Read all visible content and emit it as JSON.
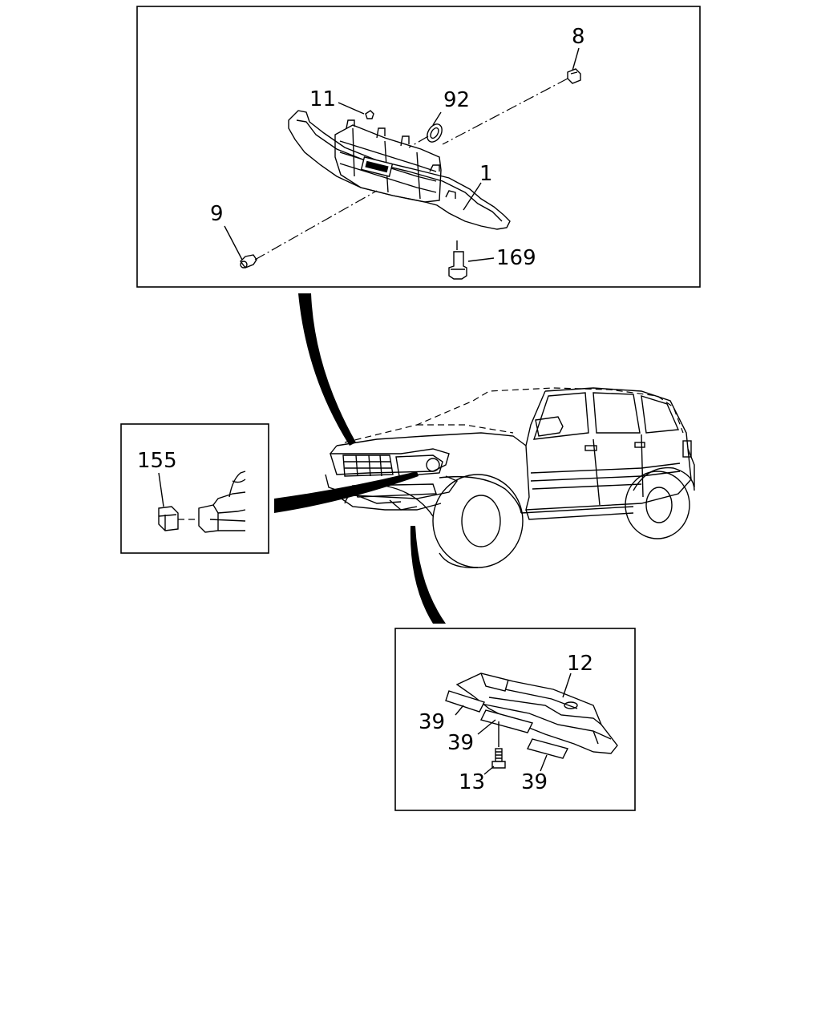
{
  "callouts": {
    "grille_top": {
      "part_1": "1",
      "part_8": "8",
      "part_9": "9",
      "part_11": "11",
      "part_92": "92",
      "part_169": "169"
    },
    "side_inset": {
      "part_155": "155"
    },
    "under_inset": {
      "part_12": "12",
      "part_13": "13",
      "part_39_a": "39",
      "part_39_b": "39",
      "part_39_c": "39"
    }
  }
}
